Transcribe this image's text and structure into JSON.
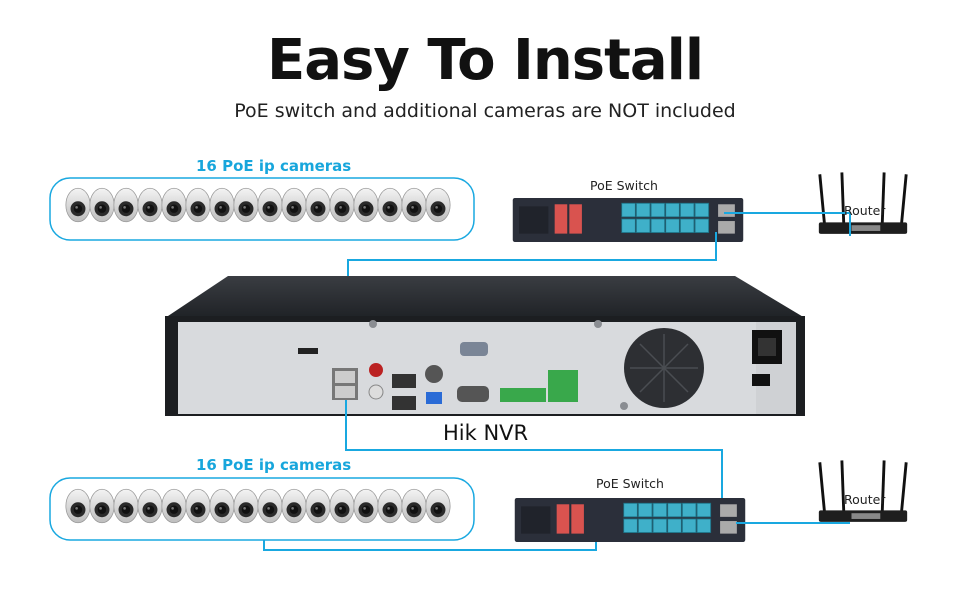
{
  "header": {
    "title": "Easy To Install",
    "subtitle": "PoE switch and additional cameras are NOT included"
  },
  "top_group": {
    "cameras_label": "16 PoE ip cameras",
    "switch_label": "PoE Switch",
    "router_label": "Router"
  },
  "bottom_group": {
    "cameras_label": "16 PoE ip cameras",
    "switch_label": "PoE Switch",
    "router_label": "Router"
  },
  "nvr": {
    "label": "Hik NVR"
  },
  "colors": {
    "cable": "#19a8e0",
    "panel_border": "#19a8e0",
    "switch_body": "#2b2f3a",
    "switch_ports": "#3fb0c9",
    "nvr_top": "#2a2d31",
    "nvr_panel": "#d8dadd"
  }
}
